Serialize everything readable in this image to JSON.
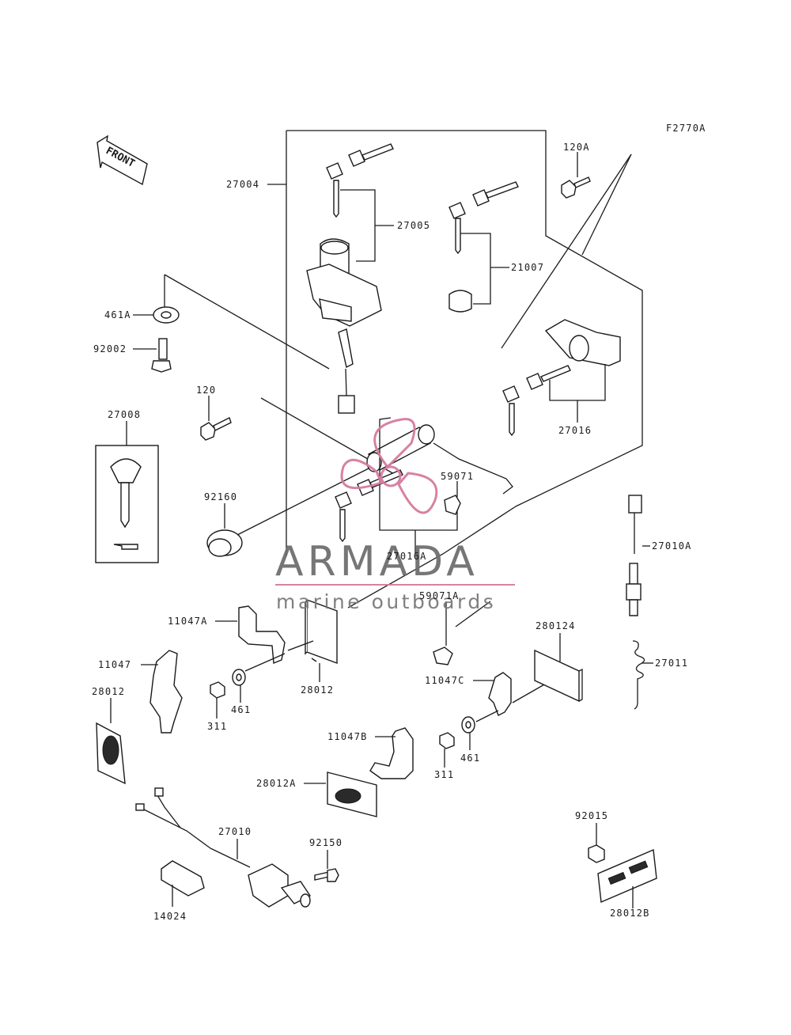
{
  "figure_code": "F2770A",
  "front_label": "FRONT",
  "watermark": {
    "brand": "ARMADA",
    "tagline": "marine outboards"
  },
  "labels": {
    "p27004": "27004",
    "p27005": "27005",
    "p21007": "21007",
    "p120A": "120A",
    "p461A": "461A",
    "p92002": "92002",
    "p120": "120",
    "p27008": "27008",
    "p92160": "92160",
    "p59071": "59071",
    "p27016": "27016",
    "p27016A": "27016A",
    "p27010A": "27010A",
    "p59071A": "59071A",
    "p11047A": "11047A",
    "p28012a": "28012",
    "p28012A": "28012A",
    "p11047": "11047",
    "p28012b": "28012",
    "p311a": "311",
    "p461a": "461",
    "p11047C": "11047C",
    "p28012A2": "280124",
    "p27011": "27011",
    "p11047B": "11047B",
    "p311b": "311",
    "p461b": "461",
    "p27010": "27010",
    "p92150": "92150",
    "p14024": "14024",
    "p92015": "92015",
    "p28012B": "28012B"
  }
}
